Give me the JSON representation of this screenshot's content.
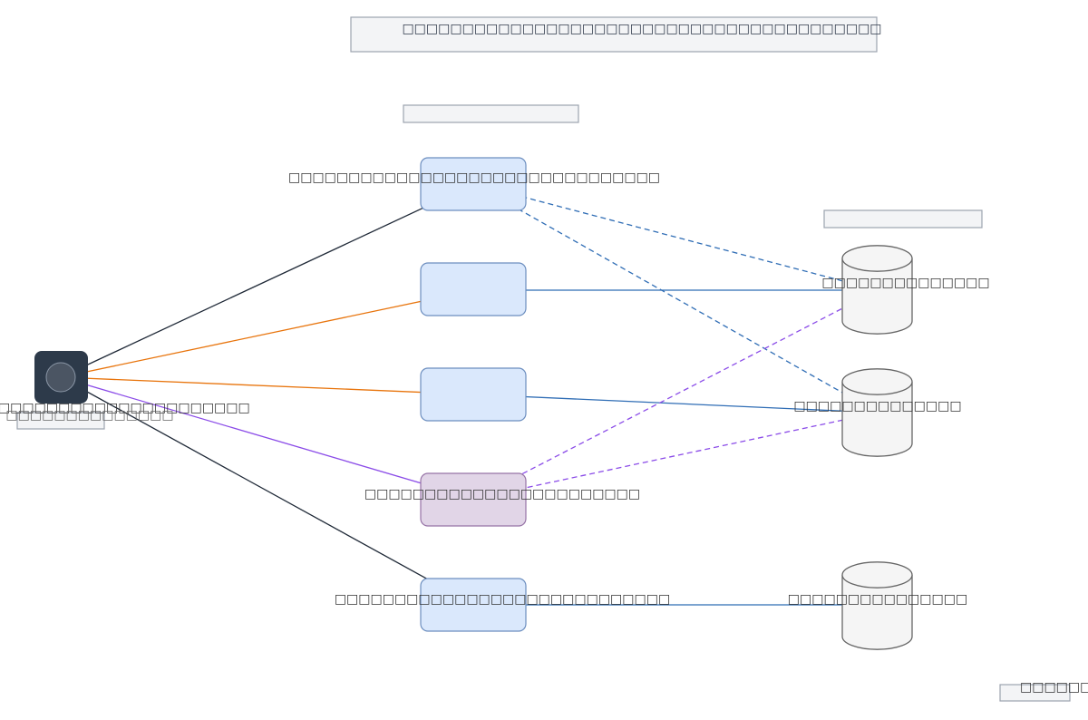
{
  "title": "□□□□□□□□□□□□□□□□□□□□□□□□□□□□□□□□□□□□□□□□",
  "groups": {
    "processes_header": "",
    "storage_header": "",
    "actor_legend": "□□□□□□□□□□□□□□",
    "footer_legend": "□□□□□□□□"
  },
  "actor": {
    "label": "□□□□□□□□□□□□□□□□□□□□□□□□",
    "icon": "user-icon",
    "color": "#2d3a4a"
  },
  "processes": [
    {
      "id": "p1",
      "label": "□□□□□□□□□□□□□□□□□□□□□□□□□□□□□□□",
      "style": "primary"
    },
    {
      "id": "p2",
      "label": "",
      "style": "primary"
    },
    {
      "id": "p3",
      "label": "",
      "style": "primary"
    },
    {
      "id": "p4",
      "label": "□□□□□□□□□□□□□□□□□□□□□□□",
      "style": "alternate"
    },
    {
      "id": "p5",
      "label": "□□□□□□□□□□□□□□□□□□□□□□□□□□□□",
      "style": "primary"
    }
  ],
  "stores": [
    {
      "id": "s1",
      "label": "□□□□□□□□□□□□□□"
    },
    {
      "id": "s2",
      "label": "□□□□□□□□□□□□□□"
    },
    {
      "id": "s3",
      "label": "□□□□□□□□□□□□□□□"
    }
  ],
  "edges": [
    {
      "from": "actor",
      "to": "p1",
      "color": "#1f2937",
      "dashed": false
    },
    {
      "from": "actor",
      "to": "p2",
      "color": "#e8740c",
      "dashed": false
    },
    {
      "from": "actor",
      "to": "p3",
      "color": "#e8740c",
      "dashed": false
    },
    {
      "from": "actor",
      "to": "p4",
      "color": "#8b4ce8",
      "dashed": false
    },
    {
      "from": "actor",
      "to": "p5",
      "color": "#1f2937",
      "dashed": false
    },
    {
      "from": "p2",
      "to": "s1",
      "color": "#2f6db5",
      "dashed": false
    },
    {
      "from": "p3",
      "to": "s2",
      "color": "#2f6db5",
      "dashed": false
    },
    {
      "from": "p5",
      "to": "s3",
      "color": "#2f6db5",
      "dashed": false
    },
    {
      "from": "s1",
      "to": "p1",
      "color": "#2f6db5",
      "dashed": true
    },
    {
      "from": "s2",
      "to": "p1",
      "color": "#2f6db5",
      "dashed": true
    },
    {
      "from": "p4",
      "to": "s1",
      "color": "#8b4ce8",
      "dashed": true
    },
    {
      "from": "p4",
      "to": "s2",
      "color": "#8b4ce8",
      "dashed": true
    }
  ],
  "colors": {
    "process_fill": "#dae8fc",
    "process_stroke": "#6c8ebf",
    "alt_fill": "#e1d5e7",
    "alt_stroke": "#9673a6",
    "store_fill": "#f5f5f5",
    "group_fill": "#f3f4f6"
  }
}
